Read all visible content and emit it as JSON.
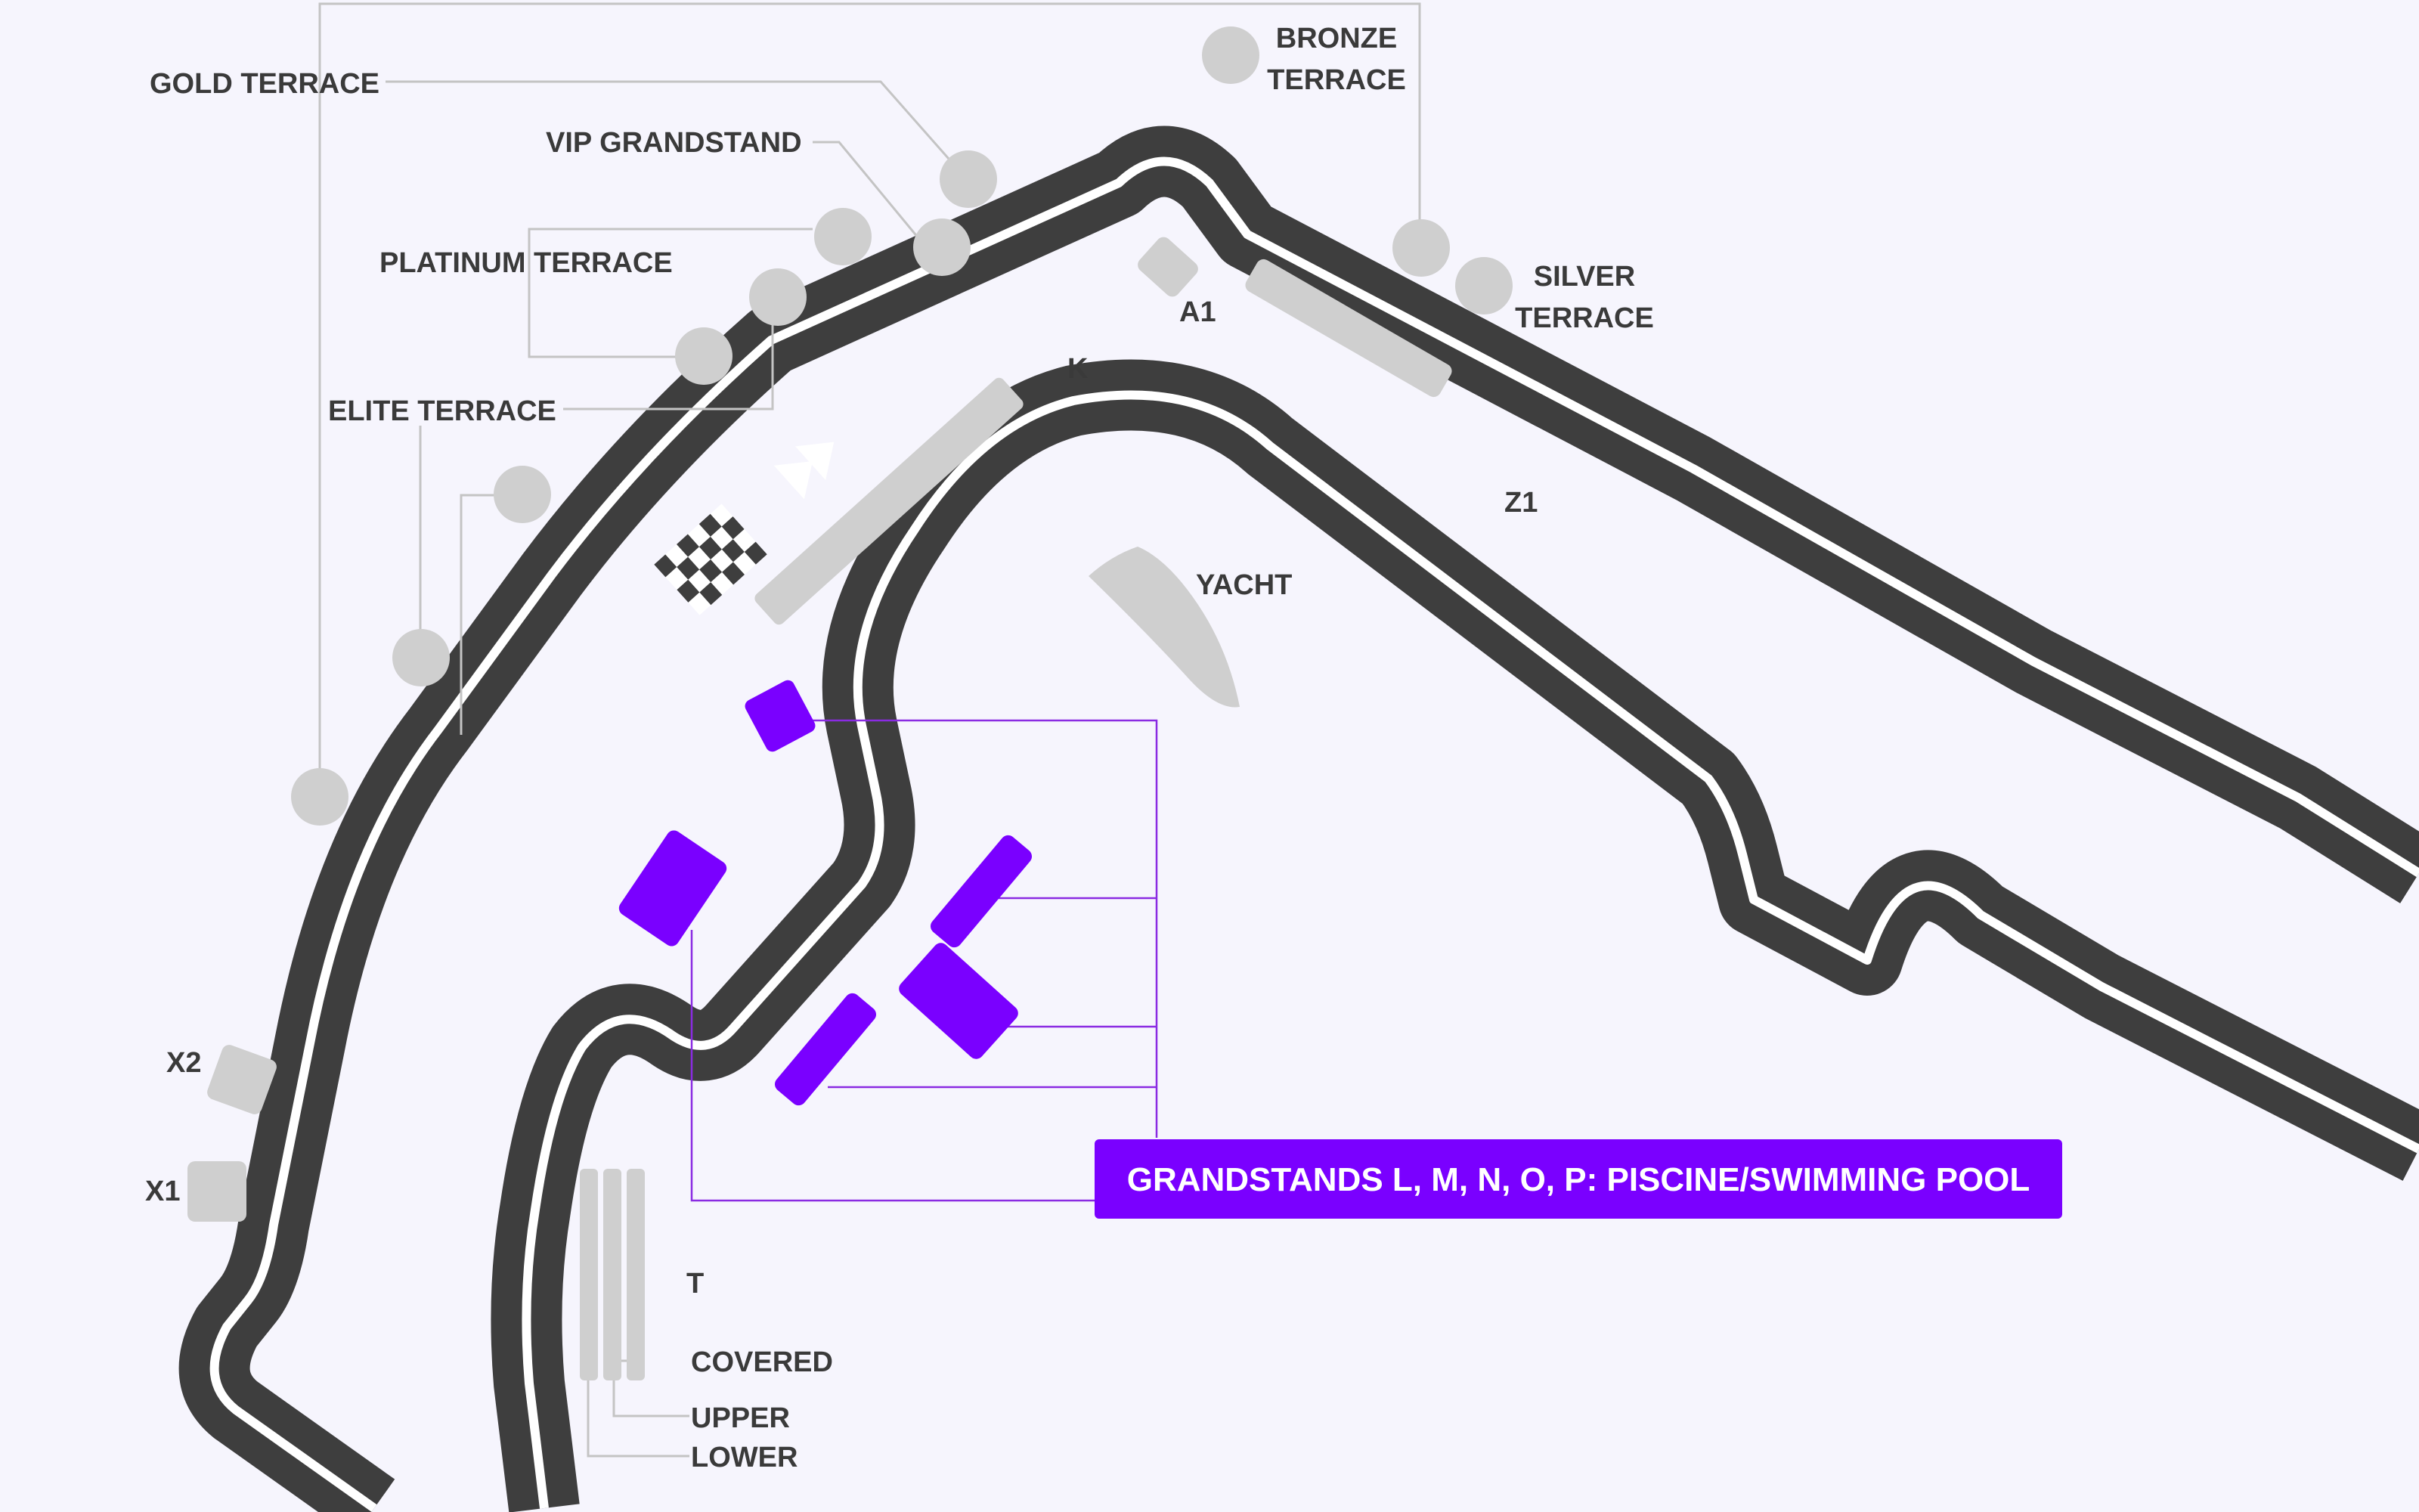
{
  "colors": {
    "background": "#f6f5fd",
    "track": "#3e3e3e",
    "track_center_line": "#ffffff",
    "grandstand": "#cfcfcf",
    "leader_line": "#c4c4c4",
    "highlight": "#7a00ff"
  },
  "labels": {
    "gold_terrace": "GOLD TERRACE",
    "vip_grandstand": "VIP GRANDSTAND",
    "platinum_terrace": "PLATINUM TERRACE",
    "elite_terrace": "ELITE TERRACE",
    "bronze_terrace_1": "BRONZE",
    "bronze_terrace_2": "TERRACE",
    "silver_terrace_1": "SILVER",
    "silver_terrace_2": "TERRACE",
    "a1": "A1",
    "k": "K",
    "z1": "Z1",
    "yacht": "YACHT",
    "x1": "X1",
    "x2": "X2",
    "t": "T",
    "covered": "COVERED",
    "upper": "UPPER",
    "lower": "LOWER"
  },
  "callout": {
    "text": "GRANDSTANDS L, M, N, O, P: PISCINE/SWIMMING POOL"
  },
  "icons": {
    "start_finish": "checkered-flag-icon",
    "direction": "double-chevron-right-icon"
  }
}
